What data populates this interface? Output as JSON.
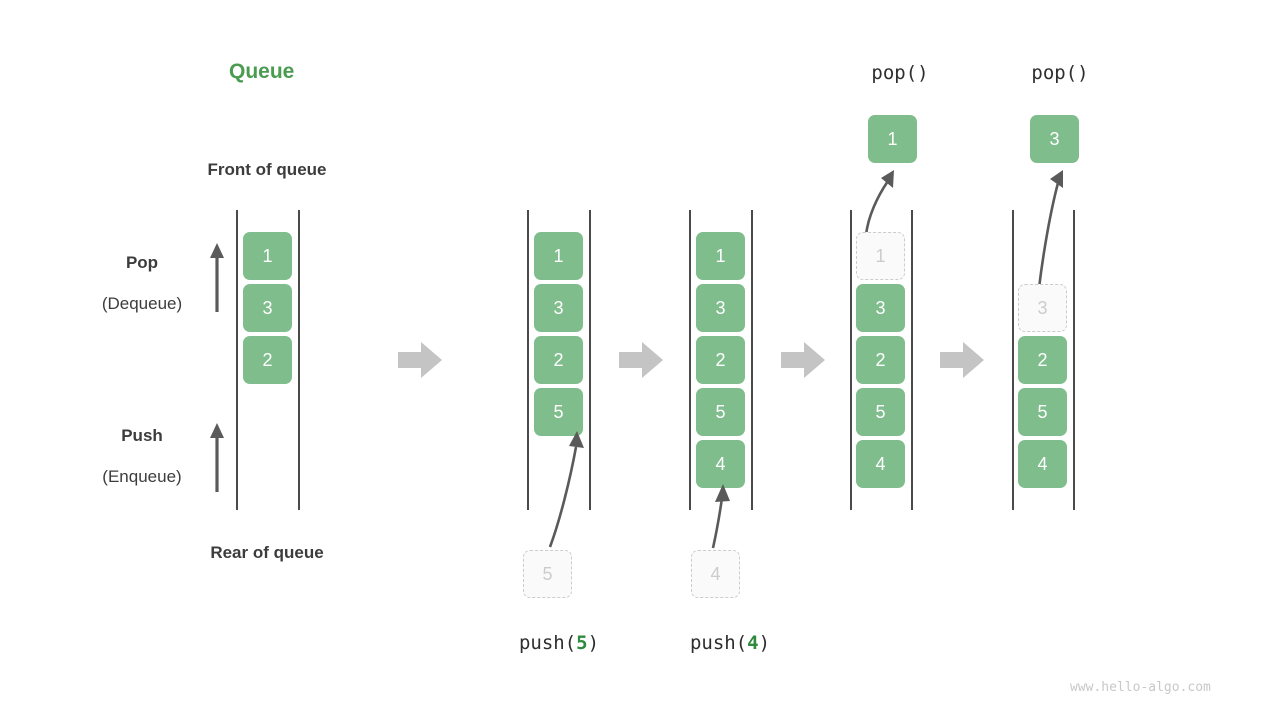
{
  "title": "Queue",
  "labels": {
    "front_of_queue": "Front of queue",
    "rear_of_queue": "Rear of queue",
    "pop_label": "Pop",
    "pop_sub": "(Dequeue)",
    "push_label": "Push",
    "push_sub": "(Enqueue)"
  },
  "watermark": "www.hello-algo.com",
  "colors": {
    "cell_green": "#7fbd8c",
    "title_green": "#4b9b50",
    "arg_green": "#2f8a3e",
    "ghost_border": "#cccccc",
    "ghost_fill": "#fafafa",
    "rail": "#4a4a4a",
    "step_arrow": "#c4c4c4",
    "curve_arrow": "#5a5a5a",
    "text_dark": "#3c3c3c",
    "watermark": "#c8c8c8"
  },
  "stages": [
    {
      "id": "initial",
      "caption": "",
      "op_label": "",
      "cells": [
        "1",
        "3",
        "2"
      ],
      "ghost_index": -1,
      "incoming": null,
      "outgoing": null
    },
    {
      "id": "after-push-5",
      "caption": "push(5)",
      "op_label": "",
      "cells": [
        "1",
        "3",
        "2",
        "5"
      ],
      "ghost_index": -1,
      "incoming": "5",
      "outgoing": null
    },
    {
      "id": "after-push-4",
      "caption": "push(4)",
      "op_label": "",
      "cells": [
        "1",
        "3",
        "2",
        "5",
        "4"
      ],
      "ghost_index": -1,
      "incoming": "4",
      "outgoing": null
    },
    {
      "id": "pop-1",
      "caption": "",
      "op_label": "pop()",
      "cells": [
        "1",
        "3",
        "2",
        "5",
        "4"
      ],
      "ghost_index": 0,
      "incoming": null,
      "outgoing": "1"
    },
    {
      "id": "pop-3",
      "caption": "",
      "op_label": "pop()",
      "cells": [
        "3",
        "2",
        "5",
        "4"
      ],
      "ghost_index": 0,
      "incoming": null,
      "outgoing": "3"
    }
  ],
  "step_arrows": [
    "step-arrow-1",
    "step-arrow-2",
    "step-arrow-3",
    "step-arrow-4"
  ],
  "icons": {
    "step_arrow": "right-arrow-icon",
    "pop_direction": "up-arrow-icon",
    "push_direction": "up-arrow-icon",
    "transfer": "curved-arrow-icon"
  }
}
